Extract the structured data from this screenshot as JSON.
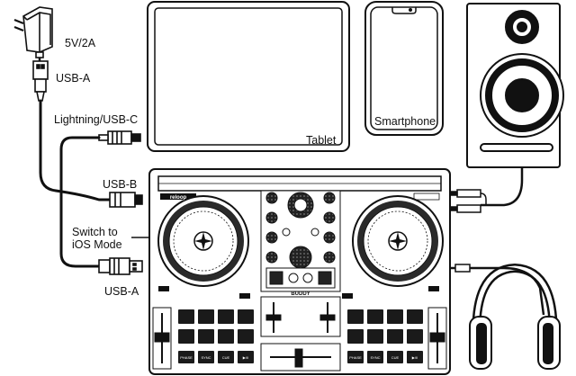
{
  "labels": {
    "power": "5V/2A",
    "usb_a_top": "USB-A",
    "lightning": "Lightning/USB-C",
    "usb_b": "USB-B",
    "switch_line1": "Switch to",
    "switch_line2": "iOS Mode",
    "usb_a_bottom": "USB-A",
    "tablet": "Tablet",
    "smartphone": "Smartphone"
  },
  "controller": {
    "brand": "reloop",
    "model": "BUDDY",
    "left_buttons": [
      "PHASE",
      "SYNC",
      "CUE",
      "▶/II"
    ],
    "right_buttons": [
      "PHASE",
      "SYNC",
      "CUE",
      "▶/II"
    ]
  },
  "colors": {
    "stroke": "#111111",
    "pad": "#1a1a1a",
    "jog_ring": "#2a2a2a",
    "background": "#ffffff"
  }
}
